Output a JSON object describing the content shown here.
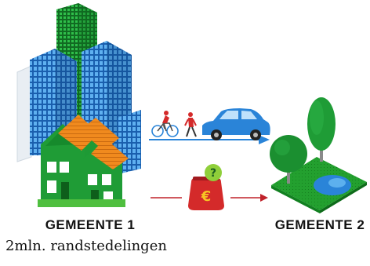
{
  "municipality_1": {
    "label": "GEMEENTE 1",
    "subtitle": "2mln. randstedelingen"
  },
  "municipality_2": {
    "label": "GEMEENTE 2"
  },
  "icons": {
    "building": "city-buildings-icon",
    "houses": "houses-icon",
    "bike": "cyclist-icon",
    "walker": "pedestrian-icon",
    "car": "car-icon",
    "money": "euro-purse-icon",
    "question": "question-mark-icon",
    "park": "park-icon"
  },
  "colors": {
    "green": "#1e9a35",
    "blue": "#2a84d8",
    "orange": "#f08a1e",
    "red": "#d42a2a",
    "lime": "#8fcf3a",
    "arrow_blue": "#2a84d8",
    "arrow_red": "#c0222a"
  }
}
